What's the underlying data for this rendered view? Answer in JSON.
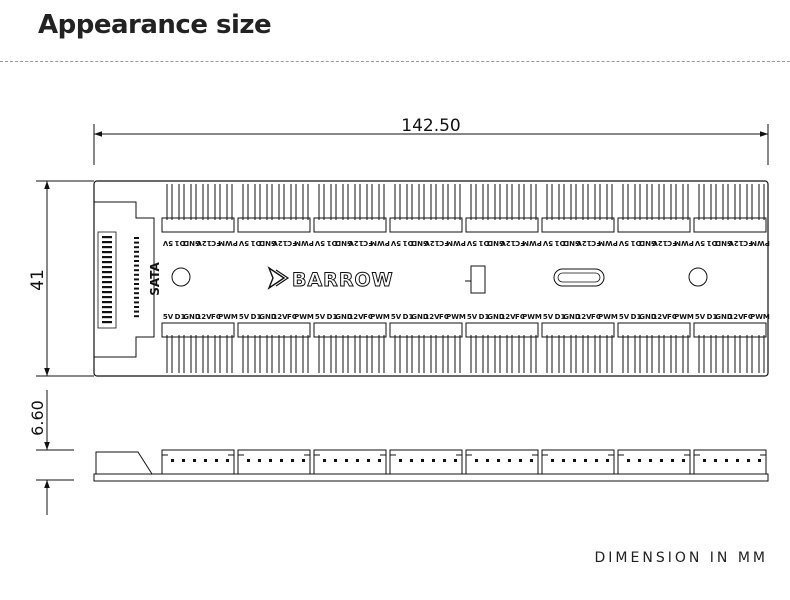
{
  "header": {
    "title": "Appearance size"
  },
  "dimensions": {
    "width": "142.50",
    "height": "41",
    "thickness": "6.60"
  },
  "board": {
    "sata_label": "SATA",
    "brand": "BARROW",
    "pin_labels": [
      "5V",
      "D1",
      "GND",
      "12V",
      "FC",
      "PWM"
    ],
    "header_count_per_side": 8,
    "pins_per_header": 6
  },
  "footer": {
    "note": "DIMENSION IN MM"
  }
}
